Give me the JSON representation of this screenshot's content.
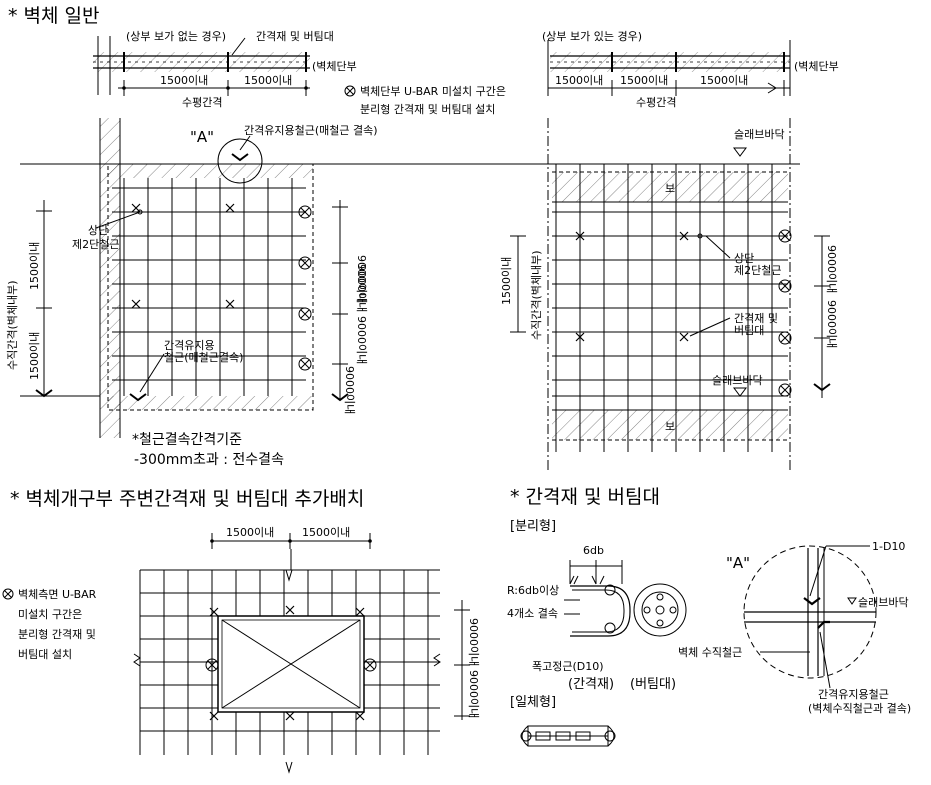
{
  "sections": {
    "wall_general": "* 벽체 일반",
    "opening_perimeter": "* 벽체개구부 주변간격재 및 버팀대 추가배치",
    "spacer_brace": "* 간격재 및 버팀대"
  },
  "top_left": {
    "note": "(상부 보가 없는 경우)",
    "leader": "간격재 및 버팀대",
    "wall_end": "(벽체단부",
    "dim1": "1500이내",
    "dim2": "1500이내",
    "horizontal": "수평간격"
  },
  "top_right": {
    "note": "(상부 보가 있는 경우)",
    "wall_end": "(벽체단부",
    "dim1": "1500이내",
    "dim2": "1500이내",
    "dim3": "1500이내",
    "horizontal": "수평간격"
  },
  "ubar_note": {
    "line1": "벽체단부 U-BAR 미설치 구간은",
    "line2": "분리형 간격재 및 버팀대 설치"
  },
  "left_elev": {
    "detail_a": "\"A\"",
    "keep_bar": "간격유지용철근(매철근 결속)",
    "top_tier": "상단",
    "second_tier": "제2단철근",
    "vertical": "수직간격(벽체내부)",
    "v1": "1500이내",
    "v2": "1500이내",
    "keep_bar2a": "간격유지용",
    "keep_bar2b": "철근(매철근결속)",
    "r1": "9000이내",
    "r2": "9000이내",
    "r3": "9000이내",
    "r4": "9000이내",
    "criteria": "*철근결속간격기준",
    "criteria2": "-300mm초과 : 전수결속"
  },
  "right_elev": {
    "slab": "슬래브바닥",
    "beam": "보",
    "top_tier": "상단",
    "second_tier": "제2단철근",
    "vertical": "수직간격(벽체내부)",
    "v1": "1500이내",
    "spacer1": "간격재 및",
    "spacer2": "버팀대",
    "slab2": "슬래브바닥",
    "beam2": "보",
    "r1": "9000이내",
    "r2": "9000이내"
  },
  "opening": {
    "d1": "1500이내",
    "d2": "1500이내",
    "note1": "벽체측면 U-BAR",
    "note2": "미설치 구간은",
    "note3": "분리형 간격재 및",
    "note4": "버팀대 설치",
    "r1": "9000이내",
    "r2": "9000이내"
  },
  "detail": {
    "separate": "[분리형]",
    "six_db": "6db",
    "radius": "R:6db이상",
    "four_tie": "4개소 결속",
    "width_bar": "폭고정근(D10)",
    "spacer_lbl": "(간격재)",
    "brace_lbl": "(버팀대)",
    "integral": "[일체형]",
    "a_label": "\"A\"",
    "d10": "1-D10",
    "slab": "슬래브바닥",
    "vert_bar": "벽체 수직철근",
    "keep1": "간격유지용철근",
    "keep2": "(벽체수직철근과 결속)"
  }
}
